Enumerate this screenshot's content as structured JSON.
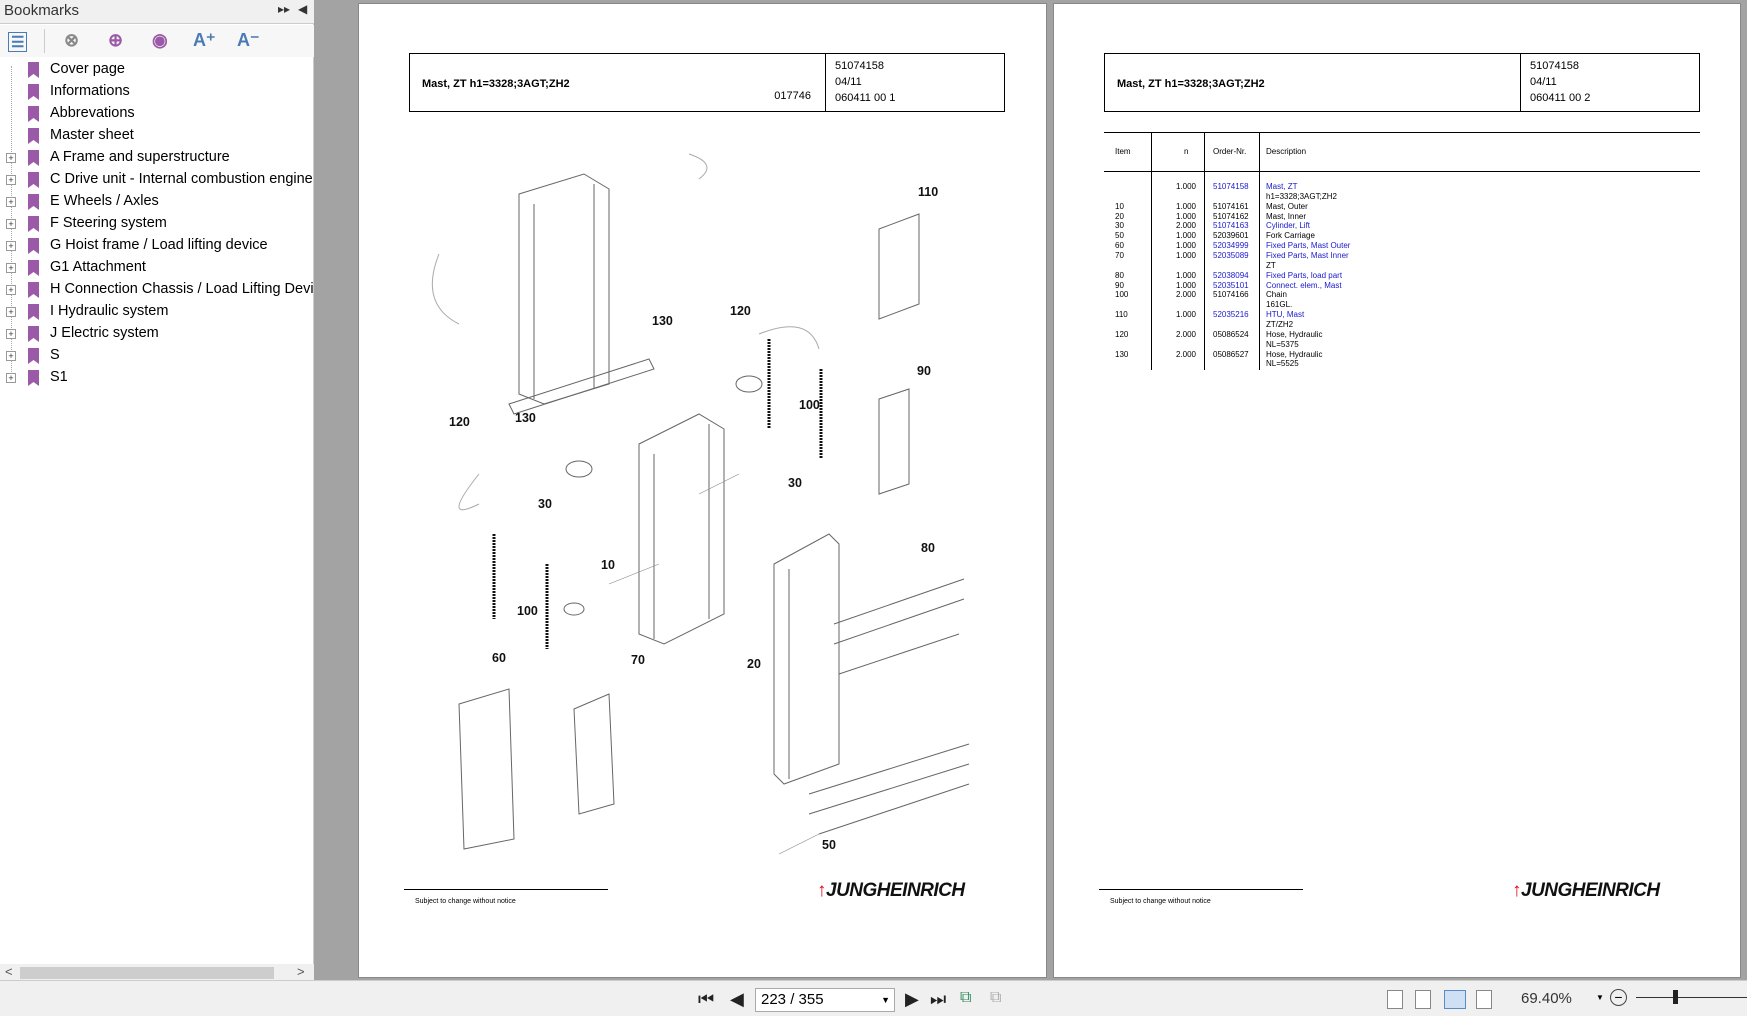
{
  "sidebar": {
    "title": "Bookmarks",
    "items": [
      {
        "label": "Cover page",
        "expandable": false
      },
      {
        "label": "Informations",
        "expandable": false
      },
      {
        "label": "Abbrevations",
        "expandable": false
      },
      {
        "label": "Master sheet",
        "expandable": false
      },
      {
        "label": "A Frame and superstructure",
        "expandable": true
      },
      {
        "label": "C Drive unit - Internal combustion engine",
        "expandable": true
      },
      {
        "label": "E Wheels / Axles",
        "expandable": true
      },
      {
        "label": "F Steering system",
        "expandable": true
      },
      {
        "label": "G Hoist frame / Load lifting device",
        "expandable": true
      },
      {
        "label": "G1 Attachment",
        "expandable": true
      },
      {
        "label": "H Connection Chassis / Load Lifting Device",
        "expandable": true
      },
      {
        "label": "I Hydraulic system",
        "expandable": true
      },
      {
        "label": "J Electric system",
        "expandable": true
      },
      {
        "label": "S",
        "expandable": true
      },
      {
        "label": "S1",
        "expandable": true
      }
    ]
  },
  "left_page": {
    "title": "Mast, ZT h1=3328;3AGT;ZH2",
    "drawing_no": "017746",
    "part_no": "51074158",
    "date": "04/11",
    "sheet": "060411 00 1",
    "callouts": [
      "110",
      "120",
      "130",
      "100",
      "90",
      "120",
      "130",
      "30",
      "30",
      "80",
      "10",
      "100",
      "60",
      "70",
      "20",
      "50"
    ],
    "footer": "Subject to change without notice",
    "logo": "JUNGHEINRICH"
  },
  "right_page": {
    "title": "Mast, ZT h1=3328;3AGT;ZH2",
    "part_no": "51074158",
    "date": "04/11",
    "sheet": "060411 00 2",
    "headers": {
      "item": "Item",
      "n": "n",
      "order": "Order-Nr.",
      "desc": "Description"
    },
    "rows": [
      {
        "item": "",
        "n": "1.000",
        "order": "51074158",
        "desc": "Mast, ZT",
        "link": true
      },
      {
        "item": "",
        "n": "",
        "order": "",
        "desc": "h1=3328;3AGT;ZH2",
        "link": false
      },
      {
        "item": "10",
        "n": "1.000",
        "order": "51074161",
        "desc": "Mast, Outer",
        "link": false
      },
      {
        "item": "20",
        "n": "1.000",
        "order": "51074162",
        "desc": "Mast, Inner",
        "link": false
      },
      {
        "item": "30",
        "n": "2.000",
        "order": "51074163",
        "desc": "Cylinder, Lift",
        "link": true
      },
      {
        "item": "50",
        "n": "1.000",
        "order": "52039601",
        "desc": "Fork Carriage",
        "link": false
      },
      {
        "item": "60",
        "n": "1.000",
        "order": "52034999",
        "desc": "Fixed Parts, Mast Outer",
        "link": true
      },
      {
        "item": "70",
        "n": "1.000",
        "order": "52035089",
        "desc": "Fixed Parts, Mast  Inner",
        "link": true
      },
      {
        "item": "",
        "n": "",
        "order": "",
        "desc": "ZT",
        "link": false
      },
      {
        "item": "80",
        "n": "1.000",
        "order": "52038094",
        "desc": "Fixed Parts, load part",
        "link": true
      },
      {
        "item": "90",
        "n": "1.000",
        "order": "52035101",
        "desc": "Connect. elem., Mast",
        "link": true
      },
      {
        "item": "100",
        "n": "2.000",
        "order": "51074166",
        "desc": "Chain",
        "link": false
      },
      {
        "item": "",
        "n": "",
        "order": "",
        "desc": "161GL.",
        "link": false
      },
      {
        "item": "110",
        "n": "1.000",
        "order": "52035216",
        "desc": "HTU, Mast",
        "link": true
      },
      {
        "item": "",
        "n": "",
        "order": "",
        "desc": "ZT/ZH2",
        "link": false
      },
      {
        "item": "120",
        "n": "2.000",
        "order": "05086524",
        "desc": "Hose, Hydraulic",
        "link": false
      },
      {
        "item": "",
        "n": "",
        "order": "",
        "desc": "NL=5375",
        "link": false
      },
      {
        "item": "130",
        "n": "2.000",
        "order": "05086527",
        "desc": "Hose, Hydraulic",
        "link": false
      },
      {
        "item": "",
        "n": "",
        "order": "",
        "desc": "NL=5525",
        "link": false
      }
    ],
    "footer": "Subject to change without notice",
    "logo": "JUNGHEINRICH"
  },
  "bottombar": {
    "page": "223 / 355",
    "zoom": "69.40%"
  },
  "colors": {
    "link": "#1a1acc",
    "bookmark": "#9b5aa8",
    "logo_arrow": "#e30613"
  }
}
